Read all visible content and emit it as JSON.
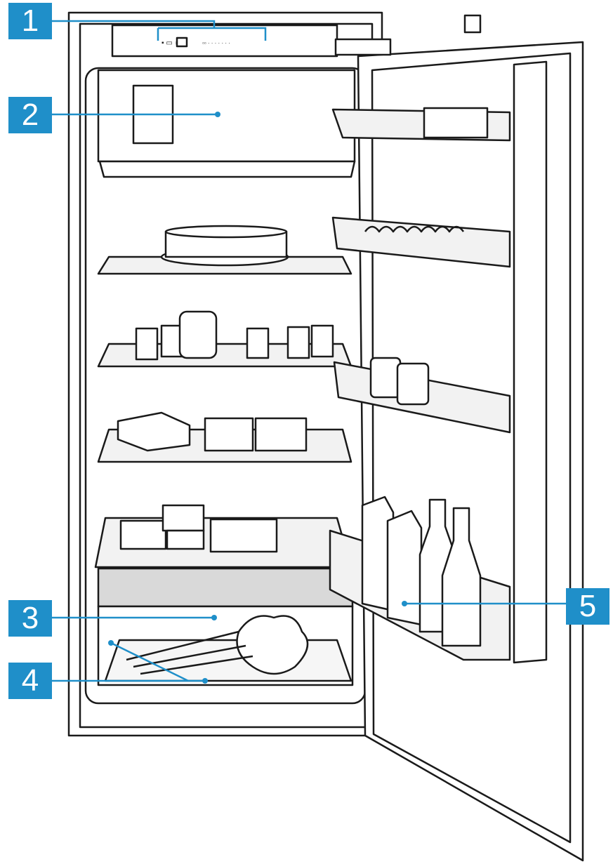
{
  "callouts": [
    {
      "number": "1",
      "part": "control panel"
    },
    {
      "number": "2",
      "part": "freezer compartment"
    },
    {
      "number": "3",
      "part": "vegetable drawer"
    },
    {
      "number": "4",
      "part": "vegetable drawer insert"
    },
    {
      "number": "5",
      "part": "door rack"
    }
  ],
  "colors": {
    "callout_box": "#1f8fc9",
    "leader_line": "#1f8fc9",
    "outline": "#1a1a1a",
    "glass": "#f2f2f2",
    "drawer_band": "#d9d9d9"
  }
}
